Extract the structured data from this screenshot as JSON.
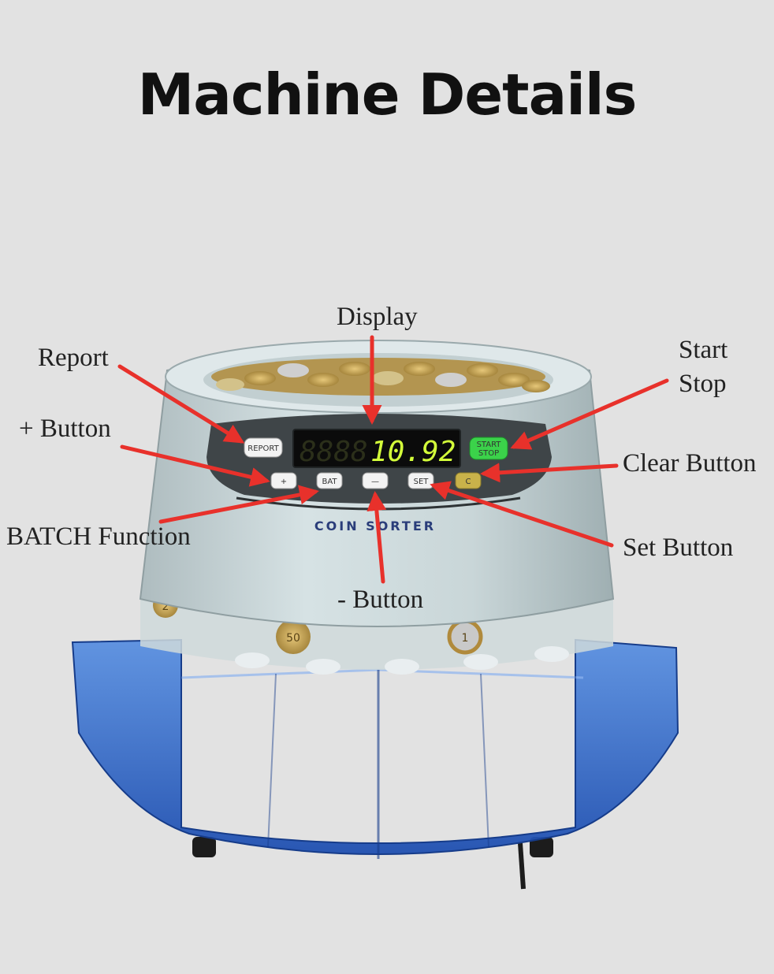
{
  "title": "Machine Details",
  "labels": {
    "display": "Display",
    "report": "Report",
    "start": "Start",
    "stop": "Stop",
    "plus_button": "+ Button",
    "clear_button": "Clear Button",
    "batch_function": "BATCH Function",
    "set_button": "Set Button",
    "minus_button": "- Button"
  },
  "machine": {
    "display_value": "10.92",
    "display_dim_digits": "8888",
    "report_key": "REPORT",
    "start_key_line1": "START",
    "start_key_line2": "STOP",
    "plus_key": "+",
    "batch_key": "BAT",
    "minus_key": "—",
    "set_key": "SET",
    "clear_key": "C",
    "brand": "COIN SORTER",
    "coin_labels": [
      "2",
      "50",
      "1"
    ]
  },
  "colors": {
    "background": "#e2e2e2",
    "arrow": "#e8312b",
    "body": "#c9d6d8",
    "display_digits": "#d4ff3a",
    "start_button": "#3bd24a",
    "tray": "#2a66c9"
  }
}
